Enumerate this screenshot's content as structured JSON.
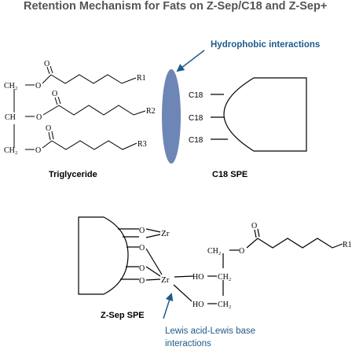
{
  "title": "Retention Mechanism for Fats on Z-Sep/C18 and Z-Sep+",
  "annotations": {
    "hydrophobic": "Hydrophobic interactions",
    "lewis_line1": "Lewis acid-Lewis base",
    "lewis_line2": "interactions"
  },
  "top": {
    "triglyceride_label": "Triglyceride",
    "c18_spe_label": "C18 SPE",
    "backbone": {
      "ch2_top": "CH₂",
      "ch": "CH",
      "ch2_bottom": "CH₂"
    },
    "oxygen": "O",
    "r_groups": [
      "R1",
      "R2",
      "R3"
    ],
    "c18_chains": [
      "C18",
      "C18",
      "C18"
    ]
  },
  "bottom": {
    "zsep_label": "Z-Sep SPE",
    "oxygen": "O",
    "zr": "Zr",
    "ho": "HO",
    "ch2": "CH₂",
    "r_group": "R1"
  },
  "colors": {
    "accent_blue": "#1f5a8a",
    "ellipse": "#6e86b5",
    "title": "#555555",
    "line": "#000000"
  }
}
